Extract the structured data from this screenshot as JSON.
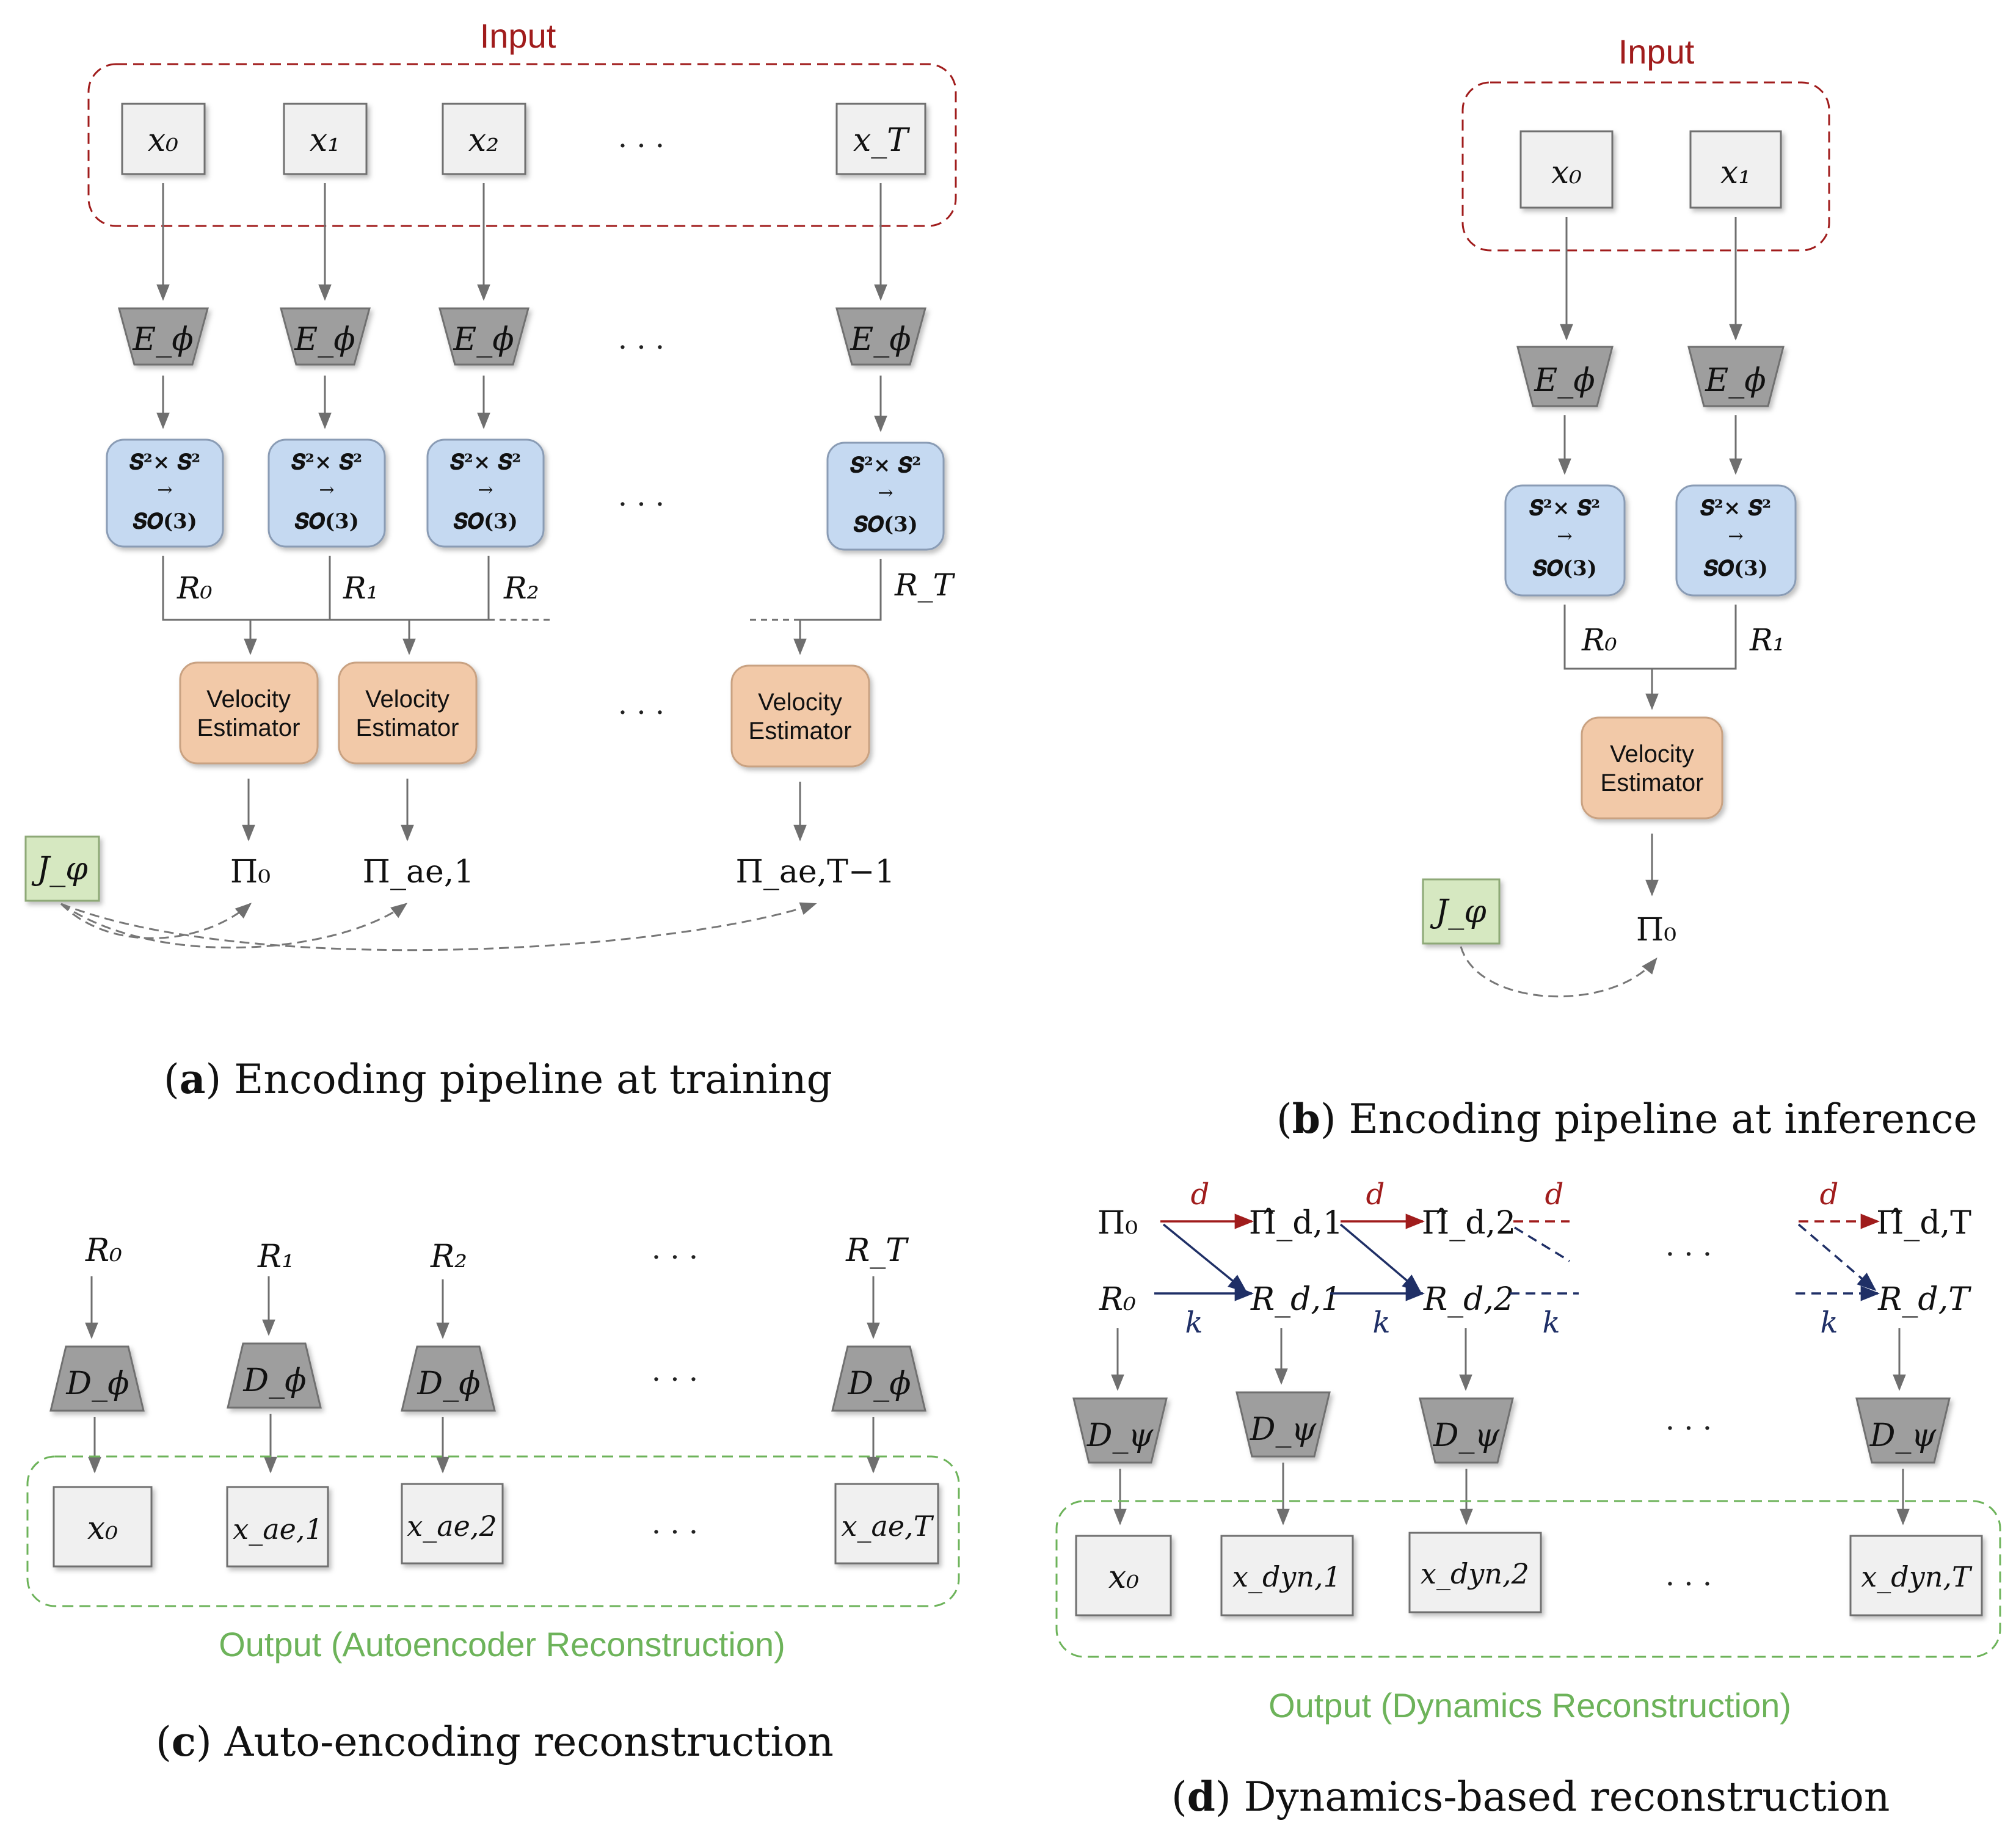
{
  "colors": {
    "input_border": "#a01c1c",
    "input_label": "#a01c1c",
    "output_border": "#6db35a",
    "output_label": "#6db35a",
    "box_fill": "#f0f0f0",
    "box_stroke": "#707070",
    "trap_fill": "#9e9e9e",
    "so3_fill": "#c5d9f1",
    "so3_stroke": "#8a9cb5",
    "vel_fill": "#f2c9a8",
    "vel_stroke": "#c9a282",
    "jphi_fill": "#d6e8c1",
    "jphi_stroke": "#8ea977",
    "arrow": "#6f6f6f",
    "d_arrow": "#a01c1c",
    "k_arrow": "#1f2f66"
  },
  "panel_a": {
    "input_label": "Input",
    "inputs": [
      "x₀",
      "x₁",
      "x₂",
      "x_T"
    ],
    "encoder": "E_ϕ",
    "so3_line1": "𝑺²× 𝑺²",
    "so3_line2": "→",
    "so3_line3": "𝑺𝑶(3)",
    "rotations": [
      "R₀",
      "R₁",
      "R₂",
      "R_T"
    ],
    "velocity_line1": "Velocity",
    "velocity_line2": "Estimator",
    "jphi": "J_φ",
    "momenta": [
      "Π₀",
      "Π_ae,1",
      "Π_ae,T−1"
    ],
    "ellipsis": "· · ·",
    "caption_letter": "a",
    "caption_text": " Encoding pipeline at training"
  },
  "panel_b": {
    "input_label": "Input",
    "inputs": [
      "x₀",
      "x₁"
    ],
    "encoder": "E_ϕ",
    "rotations": [
      "R₀",
      "R₁"
    ],
    "velocity_line1": "Velocity",
    "velocity_line2": "Estimator",
    "jphi": "J_φ",
    "momentum": "Π₀",
    "caption_letter": "b",
    "caption_text": " Encoding pipeline at inference"
  },
  "panel_c": {
    "rotations": [
      "R₀",
      "R₁",
      "R₂",
      "R_T"
    ],
    "decoder": "D_ϕ",
    "outputs": [
      "x₀",
      "x_ae,1",
      "x_ae,2",
      "x_ae,T"
    ],
    "output_label": "Output (Autoencoder Reconstruction)",
    "ellipsis": "· · ·",
    "caption_letter": "c",
    "caption_text": " Auto-encoding reconstruction"
  },
  "panel_d": {
    "pi_top": [
      "Π₀",
      "Π̂_d,1",
      "Π̂_d,2",
      "Π̂_d,T"
    ],
    "r_bottom": [
      "R₀",
      "R_d,1",
      "R_d,2",
      "R_d,T"
    ],
    "d_label": "d",
    "k_label": "k",
    "decoder": "D_ψ",
    "outputs": [
      "x₀",
      "x_dyn,1",
      "x_dyn,2",
      "x_dyn,T"
    ],
    "output_label": "Output (Dynamics Reconstruction)",
    "ellipsis": "· · ·",
    "caption_letter": "d",
    "caption_text": " Dynamics-based reconstruction"
  }
}
